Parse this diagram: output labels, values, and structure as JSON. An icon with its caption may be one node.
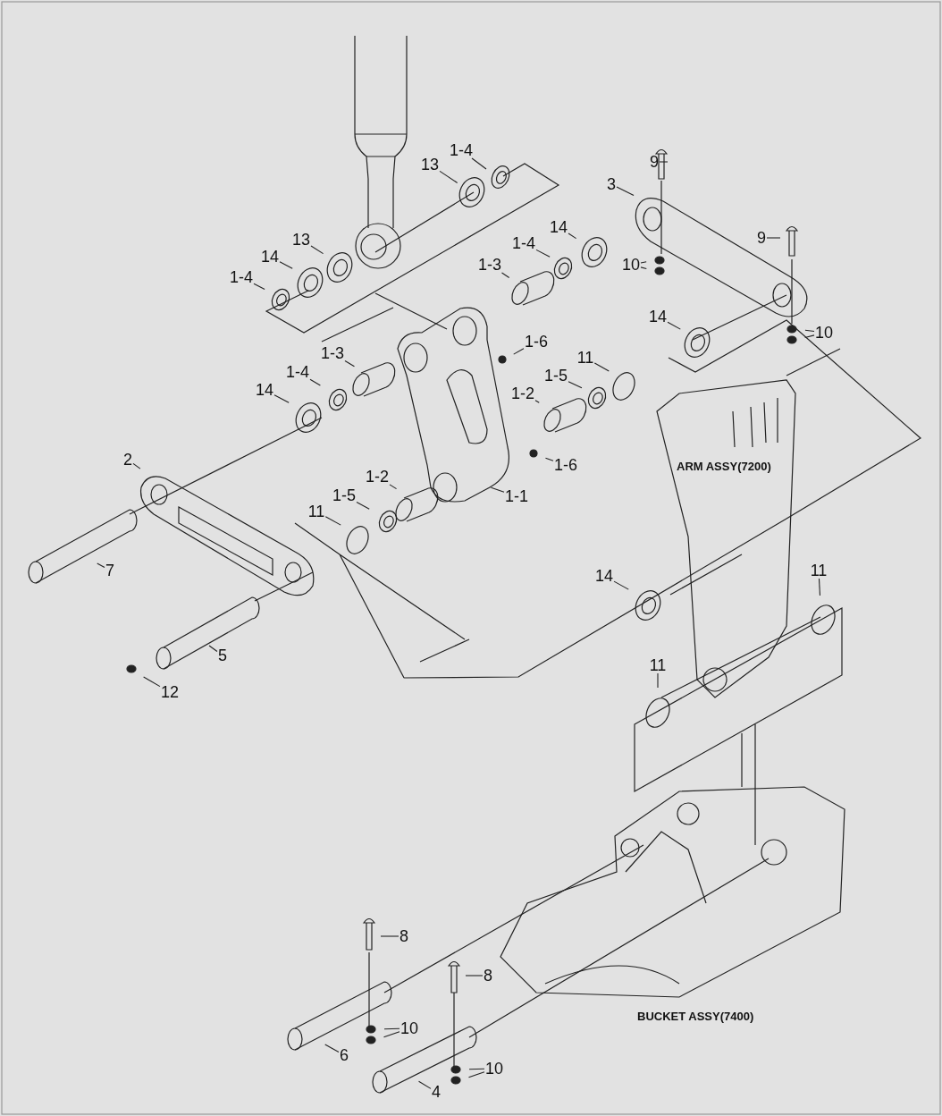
{
  "diagram": {
    "nodes": [
      {
        "text": [
          "1-4"
        ]
      },
      {
        "text": [
          "13"
        ]
      },
      {
        "text": [
          "9"
        ]
      },
      {
        "text": [
          "3"
        ]
      },
      {
        "text": [
          "14"
        ]
      },
      {
        "text": [
          "1-4"
        ]
      },
      {
        "text": [
          "13"
        ]
      },
      {
        "text": [
          "9"
        ]
      },
      {
        "text": [
          "14"
        ]
      },
      {
        "text": [
          "1-3"
        ]
      },
      {
        "text": [
          "10"
        ]
      },
      {
        "text": [
          "1-4"
        ]
      },
      {
        "text": [
          "14"
        ]
      },
      {
        "text": [
          "10"
        ]
      },
      {
        "text": [
          "1-6"
        ]
      },
      {
        "text": [
          "1-3"
        ]
      },
      {
        "text": [
          "11"
        ]
      },
      {
        "text": [
          "1-4"
        ]
      },
      {
        "text": [
          "1-5"
        ]
      },
      {
        "text": [
          "14"
        ]
      },
      {
        "text": [
          "1-2"
        ]
      },
      {
        "text": [
          "2"
        ]
      },
      {
        "text": [
          "1-6"
        ]
      },
      {
        "text": [
          "1-2"
        ]
      },
      {
        "text": [
          "1-1"
        ]
      },
      {
        "text": [
          "1-5"
        ]
      },
      {
        "text": [
          "11"
        ]
      },
      {
        "text": [
          "7"
        ]
      },
      {
        "text": [
          "14"
        ]
      },
      {
        "text": [
          "11"
        ]
      },
      {
        "text": [
          "5"
        ]
      },
      {
        "text": [
          "11"
        ]
      },
      {
        "text": [
          "12"
        ]
      },
      {
        "text": [
          "8"
        ]
      },
      {
        "text": [
          "8"
        ]
      },
      {
        "text": [
          "10"
        ]
      },
      {
        "text": [
          "6"
        ]
      },
      {
        "text": [
          "10"
        ]
      },
      {
        "text": [
          "4"
        ]
      }
    ],
    "edges": [
      {
        "from": 0,
        "to": null,
        "arrow": "none"
      },
      {
        "from": 1,
        "to": null,
        "arrow": "none"
      },
      {
        "from": 2,
        "to": null,
        "arrow": "none"
      },
      {
        "from": 3,
        "to": null,
        "arrow": "none"
      },
      {
        "from": 4,
        "to": null,
        "arrow": "none"
      },
      {
        "from": 5,
        "to": null,
        "arrow": "none"
      },
      {
        "from": 6,
        "to": null,
        "arrow": "none"
      },
      {
        "from": 7,
        "to": null,
        "arrow": "none"
      },
      {
        "from": 8,
        "to": null,
        "arrow": "none"
      },
      {
        "from": 9,
        "to": null,
        "arrow": "none"
      },
      {
        "from": 10,
        "to": null,
        "arrow": "none"
      },
      {
        "from": 10,
        "to": null,
        "arrow": "none"
      },
      {
        "from": 11,
        "to": null,
        "arrow": "none"
      },
      {
        "from": 12,
        "to": null,
        "arrow": "none"
      },
      {
        "from": 13,
        "to": null,
        "arrow": "none"
      },
      {
        "from": 13,
        "to": null,
        "arrow": "none"
      },
      {
        "from": 14,
        "to": null,
        "arrow": "none"
      },
      {
        "from": 15,
        "to": null,
        "arrow": "none"
      },
      {
        "from": 16,
        "to": null,
        "arrow": "none"
      },
      {
        "from": 17,
        "to": null,
        "arrow": "none"
      },
      {
        "from": 18,
        "to": null,
        "arrow": "none"
      },
      {
        "from": 19,
        "to": null,
        "arrow": "none"
      },
      {
        "from": 20,
        "to": null,
        "arrow": "none"
      },
      {
        "from": 21,
        "to": null,
        "arrow": "none"
      },
      {
        "from": 22,
        "to": null,
        "arrow": "none"
      },
      {
        "from": 23,
        "to": null,
        "arrow": "none"
      },
      {
        "from": 24,
        "to": null,
        "arrow": "none"
      },
      {
        "from": 25,
        "to": null,
        "arrow": "none"
      },
      {
        "from": 26,
        "to": null,
        "arrow": "none"
      },
      {
        "from": 27,
        "to": null,
        "arrow": "none"
      },
      {
        "from": 28,
        "to": null,
        "arrow": "none"
      },
      {
        "from": 29,
        "to": null,
        "arrow": "none"
      },
      {
        "from": 30,
        "to": null,
        "arrow": "none"
      },
      {
        "from": 31,
        "to": null,
        "arrow": "none"
      },
      {
        "from": 32,
        "to": null,
        "arrow": "none"
      },
      {
        "from": 33,
        "to": null,
        "arrow": "none"
      },
      {
        "from": 34,
        "to": null,
        "arrow": "none"
      },
      {
        "from": 35,
        "to": null,
        "arrow": "none"
      },
      {
        "from": 35,
        "to": null,
        "arrow": "none"
      },
      {
        "from": 36,
        "to": null,
        "arrow": "none"
      },
      {
        "from": 37,
        "to": null,
        "arrow": "none"
      },
      {
        "from": 37,
        "to": null,
        "arrow": "none"
      },
      {
        "from": 38,
        "to": null,
        "arrow": "none"
      }
    ],
    "labels": [
      "ARM ASSY(7200)",
      "BUCKET ASSY(7400)"
    ]
  }
}
